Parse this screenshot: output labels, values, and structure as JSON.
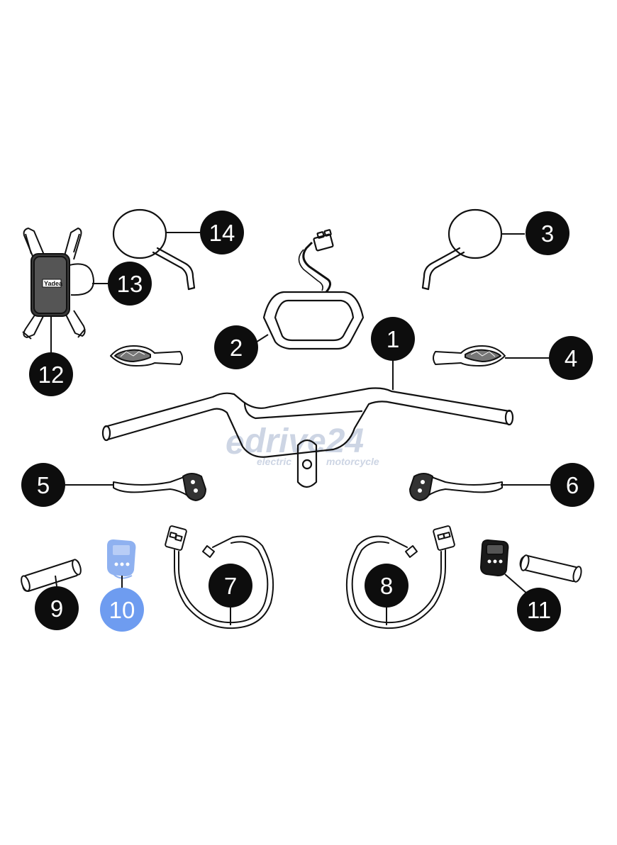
{
  "diagram": {
    "callouts": [
      {
        "id": "1",
        "label": "1",
        "active": false
      },
      {
        "id": "2",
        "label": "2",
        "active": false
      },
      {
        "id": "3",
        "label": "3",
        "active": false
      },
      {
        "id": "4",
        "label": "4",
        "active": false
      },
      {
        "id": "5",
        "label": "5",
        "active": false
      },
      {
        "id": "6",
        "label": "6",
        "active": false
      },
      {
        "id": "7",
        "label": "7",
        "active": false
      },
      {
        "id": "8",
        "label": "8",
        "active": false
      },
      {
        "id": "9",
        "label": "9",
        "active": false
      },
      {
        "id": "10",
        "label": "10",
        "active": true
      },
      {
        "id": "11",
        "label": "11",
        "active": false
      },
      {
        "id": "12",
        "label": "12",
        "active": false
      },
      {
        "id": "13",
        "label": "13",
        "active": false
      },
      {
        "id": "14",
        "label": "14",
        "active": false
      }
    ],
    "colors": {
      "badge": "#0d0d0d",
      "badge_active": "#6e9cf0",
      "badge_text": "#ffffff",
      "line": "#111111",
      "watermark": "#cdd5e4",
      "part_highlight": "#8fb1f0"
    }
  },
  "watermark": {
    "brand_prefix": "e",
    "brand_main": "drive24",
    "tagline_left": "electric",
    "tagline_right": "motorcycle"
  },
  "phone_holder": {
    "sticker": "Yadea"
  }
}
